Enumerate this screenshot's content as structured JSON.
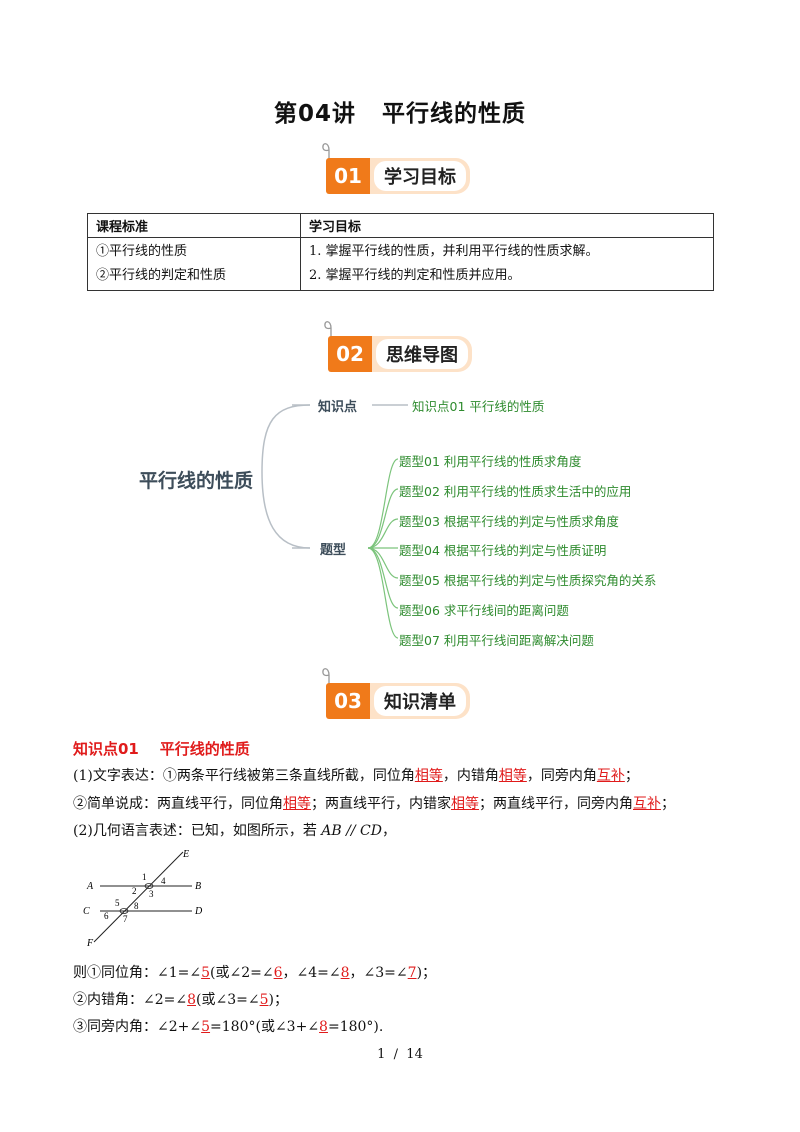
{
  "title": {
    "lesson": "第04讲",
    "topic": "平行线的性质"
  },
  "sections": [
    {
      "num": "01",
      "label": "学习目标"
    },
    {
      "num": "02",
      "label": "思维导图"
    },
    {
      "num": "03",
      "label": "知识清单"
    }
  ],
  "goals_table": {
    "headers": [
      "课程标准",
      "学习目标"
    ],
    "standards": [
      "①平行线的性质",
      "②平行线的判定和性质"
    ],
    "objectives": [
      "1. 掌握平行线的性质，并利用平行线的性质求解。",
      "2. 掌握平行线的判定和性质并应用。"
    ]
  },
  "mindmap": {
    "root": "平行线的性质",
    "branch1": {
      "label": "知识点",
      "leaf": "知识点01  平行线的性质"
    },
    "branch2": {
      "label": "题型",
      "leaves": [
        "题型01  利用平行线的性质求角度",
        "题型02  利用平行线的性质求生活中的应用",
        "题型03  根据平行线的判定与性质求角度",
        "题型04  根据平行线的判定与性质证明",
        "题型05  根据平行线的判定与性质探究角的关系",
        "题型06  求平行线间的距离问题",
        "题型07  利用平行线间距离解决问题"
      ]
    }
  },
  "knowledge": {
    "kp_title": "知识点01    平行线的性质",
    "line1": {
      "a": "(1)文字表达：①两条平行线被第三条直线所截，同位角",
      "b1": "相等",
      "c": "，内错角",
      "b2": "相等",
      "d": "，同旁内角",
      "b3": "互补",
      "e": "；"
    },
    "line2": {
      "a": "②简单说成：两直线平行，同位角",
      "b1": "相等",
      "c": "；两直线平行，内错家",
      "b2": "相等",
      "d": "；两直线平行，同旁内角",
      "b3": "互补",
      "e": "；"
    },
    "line3": {
      "a": "(2)几何语言表述：已知，如图所示，若 ",
      "math": "AB // CD",
      "e": "，"
    },
    "figure": {
      "labels": {
        "A": "A",
        "B": "B",
        "C": "C",
        "D": "D",
        "E": "E",
        "F": "F"
      },
      "angles": [
        "1",
        "2",
        "3",
        "4",
        "5",
        "6",
        "7",
        "8"
      ]
    },
    "line4": {
      "a": "则①同位角：∠1=∠",
      "v1": "5",
      "b": "(或∠2=∠",
      "v2": "6",
      "c": "，∠4=∠",
      "v3": "8",
      "d": "，∠3=∠",
      "v4": "7",
      "e": ")；"
    },
    "line5": {
      "a": "②内错角：∠2=∠",
      "v1": "8",
      "b": "(或∠3=∠",
      "v2": "5",
      "e": ")；"
    },
    "line6": {
      "a": "③同旁内角：∠2+∠",
      "v1": "5",
      "b": "=180°(或∠3+∠",
      "v2": "8",
      "e": "=180°)."
    }
  },
  "footer": {
    "page": "1  /  14"
  },
  "colors": {
    "accent": "#f07a1a",
    "answer": "#e01b1b",
    "leaf": "#2e8b2e"
  }
}
